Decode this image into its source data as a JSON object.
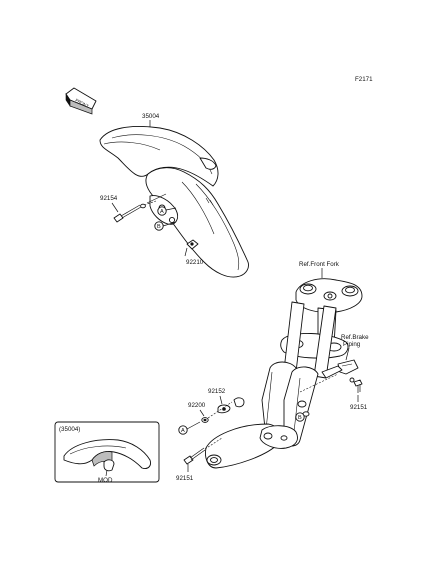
{
  "diagram": {
    "code": "F2171",
    "direction_tag": "FRONT",
    "parts": {
      "fender": "35004",
      "bolt_fender": "92154",
      "collar_fender": "92210",
      "washer": "92200",
      "bolt_middle": "92152",
      "bolt_lower": "92151",
      "bolt_right": "92151"
    },
    "references": {
      "front_fork": "Ref.Front Fork",
      "brake_line1": "Ref.Brake",
      "brake_line2": "Piping"
    },
    "callouts": {
      "a": "A",
      "b": "B"
    },
    "inset": {
      "part": "(35004)",
      "caption": "MOD"
    }
  }
}
